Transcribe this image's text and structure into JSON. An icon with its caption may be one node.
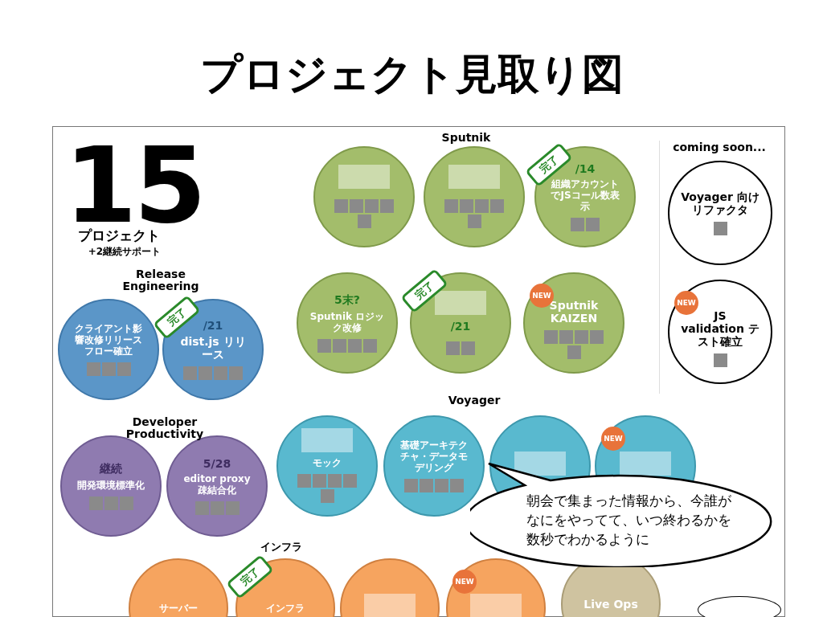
{
  "diagram": {
    "title": "プロジェクト見取り図",
    "nodes": [
      {
        "text": [
          "クライアント影響改修リリースフロー確立"
        ]
      },
      {
        "text": [
          "完了",
          "/21",
          "dist.js リリース"
        ]
      },
      {
        "text": [],
        "shape": "circle"
      },
      {
        "text": [],
        "shape": "circle"
      },
      {
        "text": [
          "完了",
          "/14",
          "組織アカウントでJSコール数表示"
        ]
      },
      {
        "text": [
          "5末?",
          "Sputnik ロジック改修"
        ]
      },
      {
        "text": [
          "完了",
          "/21"
        ]
      },
      {
        "text": [
          "NEW",
          "Sputnik KAIZEN"
        ]
      },
      {
        "text": [
          "Voyager 向けリファクタ"
        ]
      },
      {
        "text": [
          "NEW",
          "JS validation テスト確立"
        ]
      },
      {
        "text": [
          "継続",
          "開発環境標準化"
        ]
      },
      {
        "text": [
          "5/28",
          "editor proxy 疎結合化"
        ]
      },
      {
        "text": [
          "モック"
        ]
      },
      {
        "text": [
          "基礎アーキテクチャ・データモデリング"
        ]
      },
      {
        "text": [],
        "shape": "circle"
      },
      {
        "text": [
          "NEW"
        ]
      },
      {
        "text": [
          "朝会で集まった情報から、今誰がなにをやってて、いつ終わるかを数秒でわかるように"
        ]
      },
      {
        "text": [
          "サーバー"
        ]
      },
      {
        "text": [
          "完了",
          "インフラ"
        ]
      },
      {
        "text": [],
        "shape": "circle"
      },
      {
        "text": [
          "NEW"
        ]
      },
      {
        "text": [
          "Live Ops"
        ]
      },
      {
        "text": [],
        "shape": "circle"
      }
    ],
    "labels": [
      "15",
      "プロジェクト",
      "+2継続サポート",
      "Sputnik",
      "coming soon...",
      "Release Engineering",
      "Voyager",
      "Developer Productivity",
      "インフラ"
    ]
  }
}
